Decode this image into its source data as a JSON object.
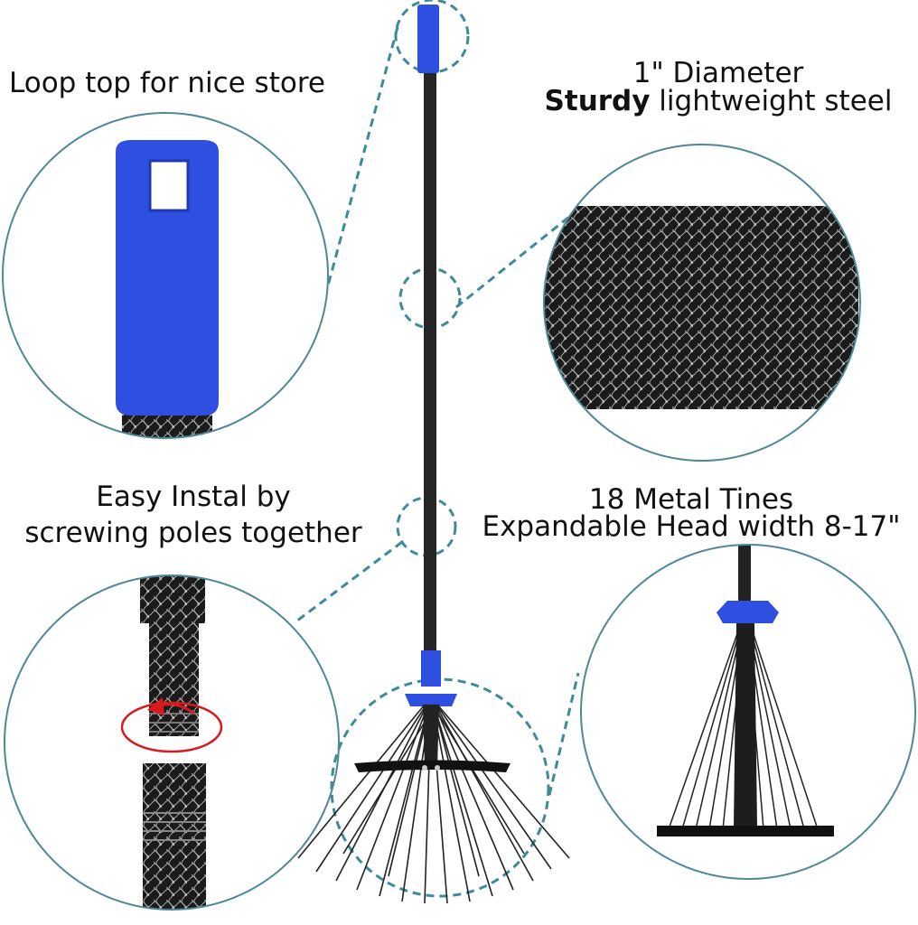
{
  "labels": {
    "loop_top": "Loop top for nice store",
    "diameter_line1": "1\" Diameter",
    "diameter_bold": "Sturdy",
    "diameter_rest": " lightweight steel",
    "install_line1": "Easy Instal by",
    "install_line2": "screwing poles together",
    "tines_line1": "18 Metal Tines",
    "tines_line2": "Expandable Head width 8-17\""
  },
  "colors": {
    "accent_blue": "#2f4fe0",
    "circle_outline": "#4f8796",
    "pole": "#2a2a2a",
    "arrow_red": "#d8191e"
  }
}
